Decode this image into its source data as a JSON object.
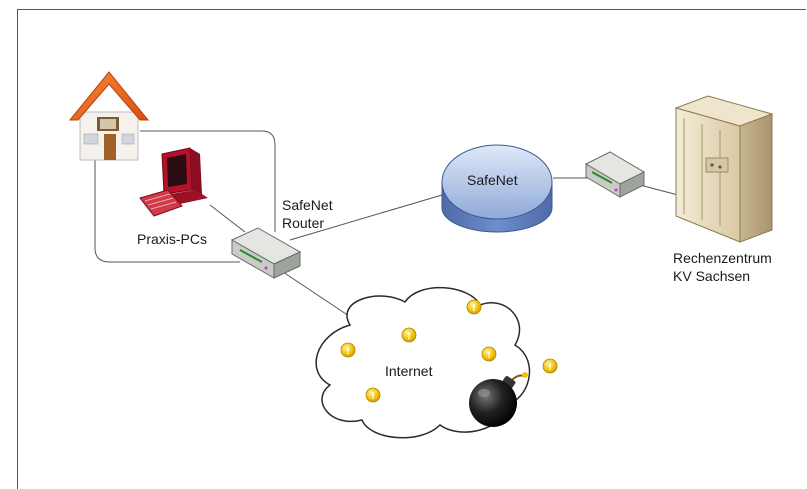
{
  "labels": {
    "praxis_pcs": "Praxis-PCs",
    "router_line1": "SafeNet",
    "router_line2": "Router",
    "safenet": "SafeNet",
    "internet": "Internet",
    "datacenter_line1": "Rechenzentrum",
    "datacenter_line2": "KV Sachsen"
  },
  "icons": {
    "house": "house-icon",
    "computer": "desktop-computer-icon",
    "router": "router-icon",
    "network": "network-cylinder-icon",
    "server": "server-tower-icon",
    "cloud": "cloud-icon",
    "threat": "warning-icon",
    "bomb": "bomb-icon"
  },
  "colors": {
    "roof": "#e8641c",
    "network_fill": "#7f9fd6",
    "threat": "#f2c20c",
    "lines": "#555555",
    "server": "#e8dcc0"
  }
}
